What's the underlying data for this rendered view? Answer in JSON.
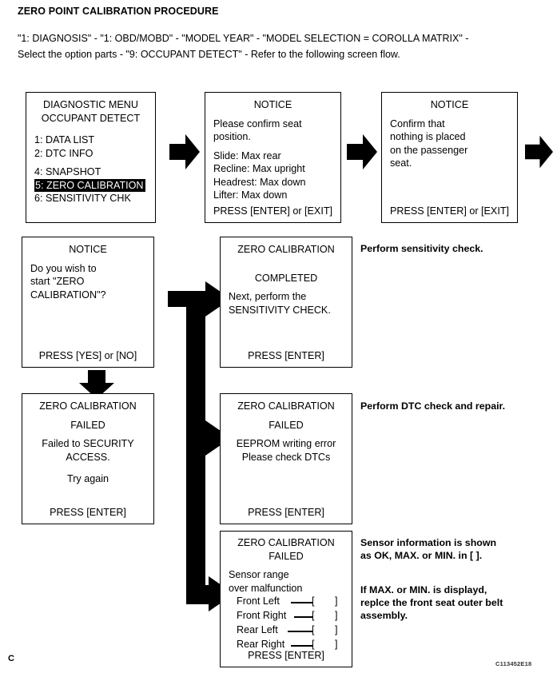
{
  "header": {
    "title": "ZERO POINT CALIBRATION PROCEDURE",
    "intro_line_1": "\"1: DIAGNOSIS\" - \"1: OBD/MOBD\" - \"MODEL YEAR\" - \"MODEL SELECTION = COROLLA MATRIX\" -",
    "intro_line_2": "Select the option parts - \"9: OCCUPANT DETECT\" - Refer to the following screen flow."
  },
  "boxes": {
    "diagnostic_menu": {
      "title_line_1": "DIAGNOSTIC MENU",
      "title_line_2": "OCCUPANT DETECT",
      "items": [
        "1: DATA LIST",
        "2: DTC INFO",
        "4: SNAPSHOT",
        "5: ZERO CALIBRATION",
        "6: SENSITIVITY CHK"
      ],
      "highlighted_item": "5: ZERO CALIBRATION"
    },
    "notice_seat_position": {
      "title": "NOTICE",
      "body_line_1": "Please confirm seat",
      "body_line_2": "position.",
      "detail_1": "Slide: Max rear",
      "detail_2": "Recline: Max upright",
      "detail_3": "Headrest: Max down",
      "detail_4": "Lifter: Max down",
      "footer": "PRESS [ENTER] or [EXIT]"
    },
    "notice_passenger_seat": {
      "title": "NOTICE",
      "body_line_1": "Confirm that",
      "body_line_2": "nothing is placed",
      "body_line_3": "on the passenger",
      "body_line_4": "seat.",
      "footer": "PRESS [ENTER] or [EXIT]"
    },
    "notice_start_calibration": {
      "title": "NOTICE",
      "body_line_1": "Do you wish to",
      "body_line_2": "start  \"ZERO",
      "body_line_3": "CALIBRATION\"?",
      "footer": "PRESS [YES] or [NO]"
    },
    "completed": {
      "title": "ZERO CALIBRATION",
      "status": "COMPLETED",
      "body_line_1": "Next, perform the",
      "body_line_2": "SENSITIVITY CHECK.",
      "footer": "PRESS [ENTER]"
    },
    "failed_security": {
      "title": "ZERO CALIBRATION",
      "status": "FAILED",
      "body_line_1": "Failed to SECURITY",
      "body_line_2": "ACCESS.",
      "body_line_3": "Try again",
      "footer": "PRESS [ENTER]"
    },
    "failed_eeprom": {
      "title": "ZERO CALIBRATION",
      "status": "FAILED",
      "body_line_1": "EEPROM writing error",
      "body_line_2": "Please check DTCs",
      "footer": "PRESS [ENTER]"
    },
    "failed_sensor_range": {
      "title": "ZERO CALIBRATION",
      "status": "FAILED",
      "body_line_1": "Sensor range",
      "body_line_2": "over malfunction",
      "sensors": [
        {
          "name": "Front Left",
          "value": ""
        },
        {
          "name": "Front Right",
          "value": ""
        },
        {
          "name": "Rear Left",
          "value": ""
        },
        {
          "name": "Rear Right",
          "value": ""
        }
      ],
      "bracket_open": "[",
      "bracket_close": "]",
      "footer": "PRESS [ENTER]"
    }
  },
  "annotations": {
    "sensitivity_check": "Perform sensitivity check.",
    "dtc_check": "Perform DTC check and repair.",
    "sensor_info_line_1": "Sensor information is shown",
    "sensor_info_line_2": "as OK, MAX. or MIN. in [     ].",
    "replace_belt_line_1": "If MAX. or MIN. is displayd,",
    "replace_belt_line_2": "replce the front seat outer belt",
    "replace_belt_line_3": "assembly."
  },
  "footer": {
    "corner_mark": "C",
    "figure_code": "C113452E18"
  },
  "colors": {
    "ink": "#000000",
    "paper": "#ffffff"
  }
}
